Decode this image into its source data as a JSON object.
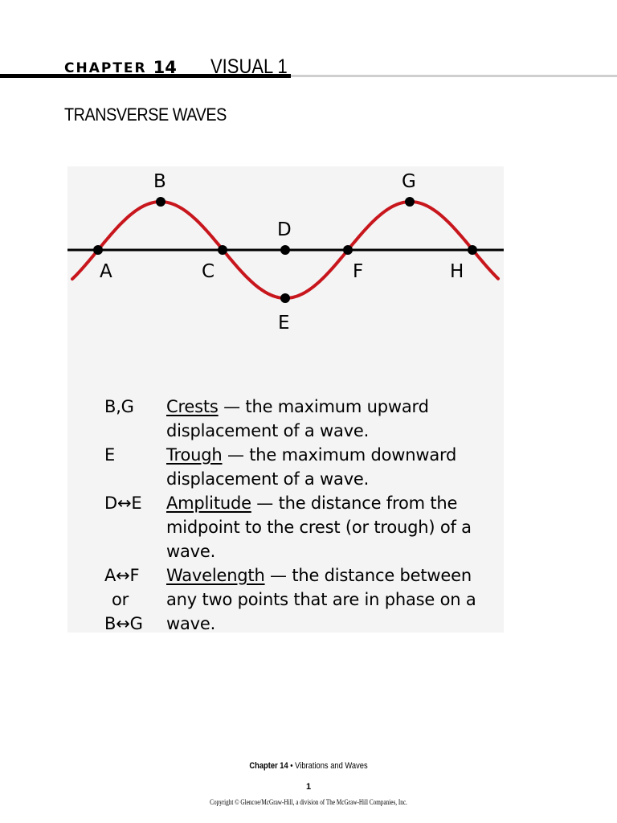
{
  "header": {
    "chapter_word": "CHAPTER",
    "chapter_number": "14",
    "visual_title": "VISUAL 1"
  },
  "section_title": "TRANSVERSE WAVES",
  "diagram": {
    "wave_color": "#c8161d",
    "points": {
      "A": "A",
      "B": "B",
      "C": "C",
      "D": "D",
      "E": "E",
      "F": "F",
      "G": "G",
      "H": "H"
    }
  },
  "definitions": [
    {
      "symbol_lines": [
        "B,G"
      ],
      "term": "Crests",
      "description": " — the maximum upward displacement of a wave."
    },
    {
      "symbol_lines": [
        "E"
      ],
      "term": "Trough",
      "description": " — the maximum downward displacement of a wave."
    },
    {
      "symbol_lines": [
        "D↔E"
      ],
      "term": "Amplitude",
      "description": " — the distance from the midpoint to the crest (or trough) of a wave."
    },
    {
      "symbol_lines": [
        "A↔F",
        "or",
        "B↔G"
      ],
      "term": "Wavelength",
      "description": " — the distance between any two points that are in phase on a wave."
    }
  ],
  "footer": {
    "chapter_label": "Chapter 14",
    "chapter_subject": " • Vibrations and Waves",
    "page_number": "1",
    "copyright": "Copyright © Glencoe/McGraw-Hill, a division of The McGraw-Hill Companies, Inc."
  }
}
